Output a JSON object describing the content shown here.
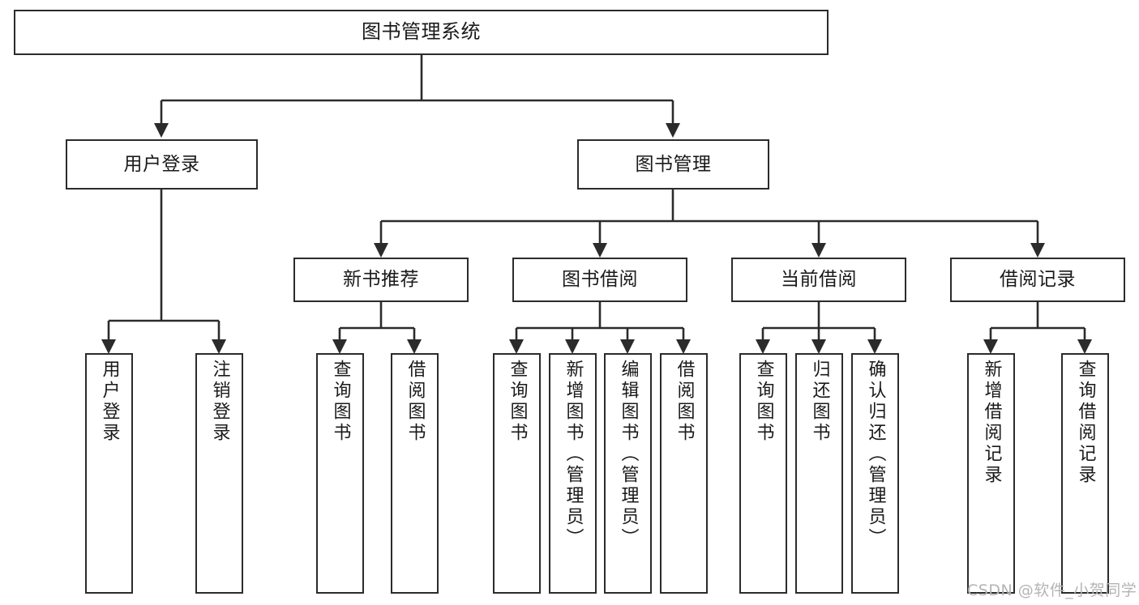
{
  "diagram": {
    "type": "tree-hierarchy",
    "title": "图书管理系统",
    "watermark": "CSDN @软件_小贺同学",
    "colors": {
      "stroke": "#2b2b2b",
      "fill": "#ffffff",
      "text": "#1a1a1a",
      "watermark": "#b4b4b4",
      "background": "#ffffff"
    },
    "levels": {
      "root": {
        "label": "图书管理系统"
      },
      "level1": [
        {
          "id": "user-login",
          "label": "用户登录"
        },
        {
          "id": "book-management",
          "label": "图书管理"
        }
      ],
      "level2": [
        {
          "id": "new-book-recommend",
          "label": "新书推荐"
        },
        {
          "id": "book-borrow",
          "label": "图书借阅"
        },
        {
          "id": "current-borrow",
          "label": "当前借阅"
        },
        {
          "id": "borrow-record",
          "label": "借阅记录"
        }
      ],
      "leaves": {
        "user-login": [
          {
            "id": "leaf-user-login",
            "label": "用户登录"
          },
          {
            "id": "leaf-logout-login",
            "label": "注销登录"
          }
        ],
        "new-book-recommend": [
          {
            "id": "leaf-query-book-1",
            "label": "查询图书"
          },
          {
            "id": "leaf-borrow-book-1",
            "label": "借阅图书"
          }
        ],
        "book-borrow": [
          {
            "id": "leaf-query-book-2",
            "label": "查询图书"
          },
          {
            "id": "leaf-add-book",
            "label": "新增图书（管理员）"
          },
          {
            "id": "leaf-edit-book",
            "label": "编辑图书（管理员）"
          },
          {
            "id": "leaf-borrow-book-2",
            "label": "借阅图书"
          }
        ],
        "current-borrow": [
          {
            "id": "leaf-query-book-3",
            "label": "查询图书"
          },
          {
            "id": "leaf-return-book",
            "label": "归还图书"
          },
          {
            "id": "leaf-confirm-return",
            "label": "确认归还（管理员）"
          }
        ],
        "borrow-record": [
          {
            "id": "leaf-add-record",
            "label": "新增借阅记录"
          },
          {
            "id": "leaf-query-record",
            "label": "查询借阅记录"
          }
        ]
      }
    }
  }
}
